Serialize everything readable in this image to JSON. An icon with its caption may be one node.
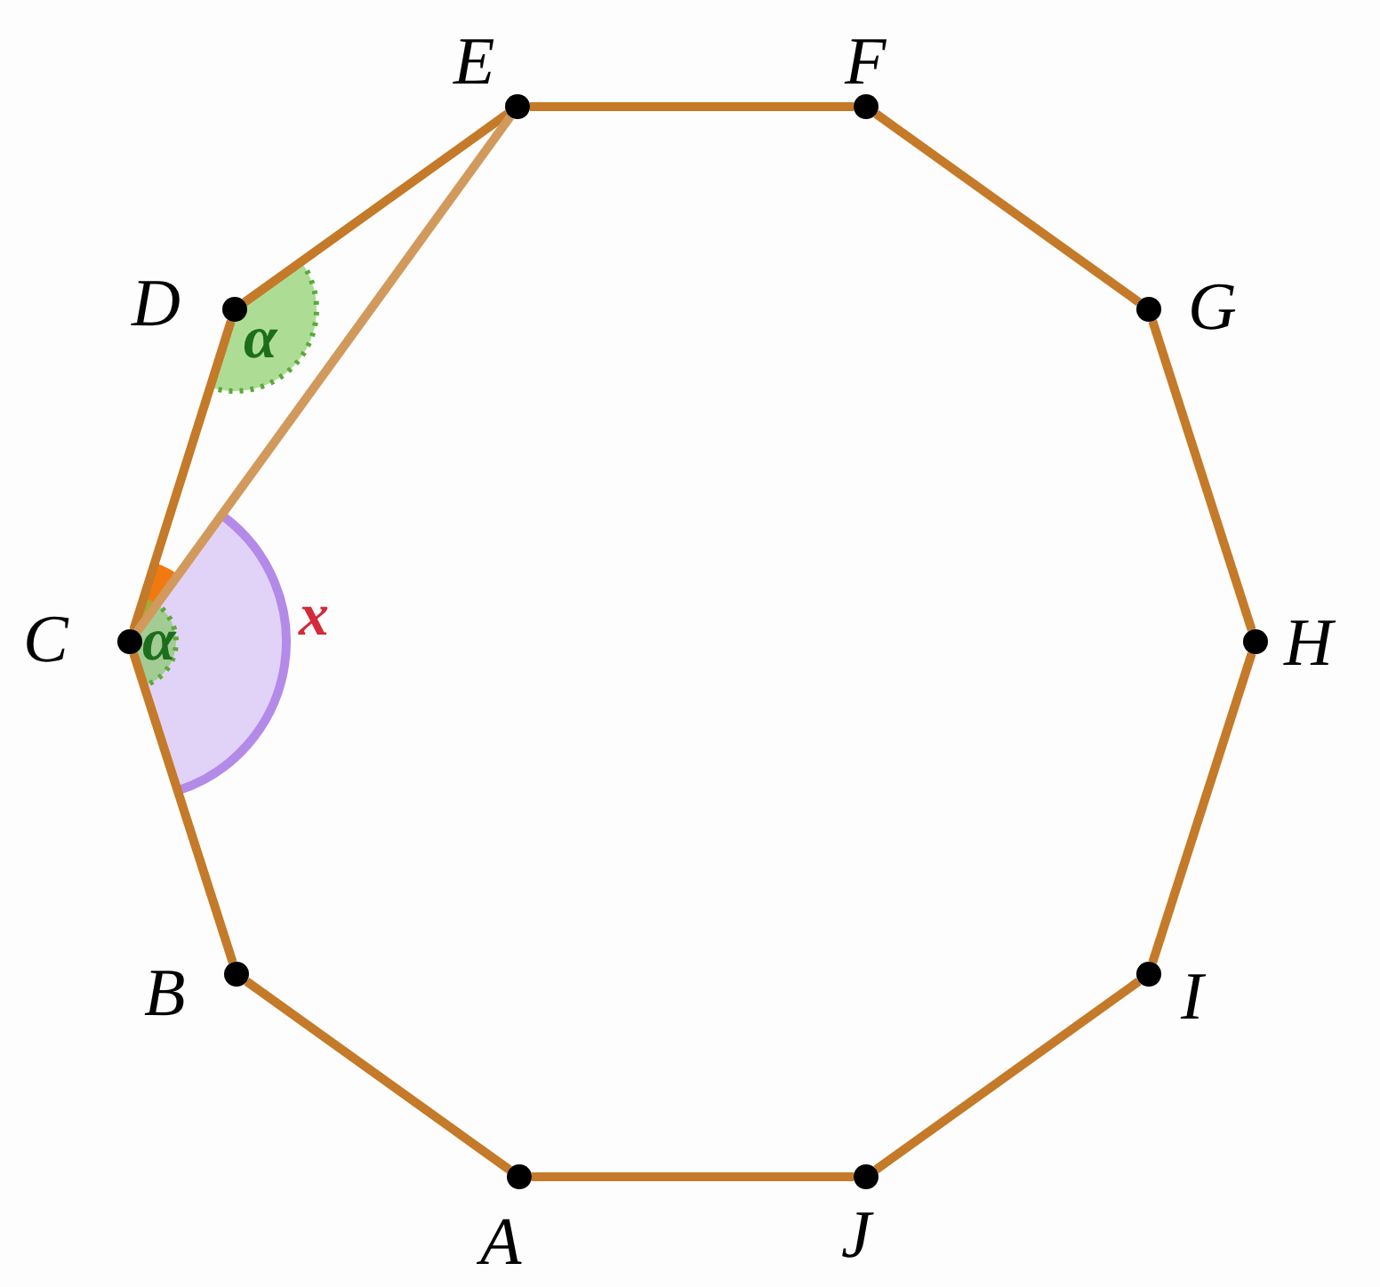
{
  "diagram": {
    "nodes": [
      {
        "text": [],
        "shape": "circle",
        "beside": [
          "A"
        ]
      },
      {
        "text": [],
        "shape": "circle",
        "beside": [
          "B"
        ]
      },
      {
        "text": [],
        "shape": "circle",
        "beside": [
          "C"
        ]
      },
      {
        "text": [],
        "shape": "circle",
        "beside": [
          "D"
        ]
      },
      {
        "text": [],
        "shape": "circle",
        "beside": [
          "E"
        ]
      },
      {
        "text": [],
        "shape": "circle",
        "beside": [
          "F"
        ]
      },
      {
        "text": [],
        "shape": "circle",
        "beside": [
          "G"
        ]
      },
      {
        "text": [],
        "shape": "circle",
        "beside": [
          "H"
        ]
      },
      {
        "text": [],
        "shape": "circle",
        "beside": [
          "I"
        ]
      },
      {
        "text": [],
        "shape": "circle",
        "beside": [
          "J"
        ]
      }
    ],
    "edges": [
      {
        "from": 0,
        "to": 1,
        "arrow": "none"
      },
      {
        "from": 1,
        "to": 2,
        "arrow": "none"
      },
      {
        "from": 2,
        "to": 3,
        "arrow": "none"
      },
      {
        "from": 3,
        "to": 4,
        "arrow": "none"
      },
      {
        "from": 4,
        "to": 5,
        "arrow": "none"
      },
      {
        "from": 5,
        "to": 6,
        "arrow": "none"
      },
      {
        "from": 6,
        "to": 7,
        "arrow": "none"
      },
      {
        "from": 7,
        "to": 8,
        "arrow": "none"
      },
      {
        "from": 8,
        "to": 9,
        "arrow": "none"
      },
      {
        "from": 9,
        "to": 0,
        "arrow": "none"
      },
      {
        "from": 2,
        "to": 4,
        "arrow": "none",
        "color": "#d19a5c"
      }
    ],
    "labels": [
      "α",
      "α",
      "x"
    ]
  }
}
